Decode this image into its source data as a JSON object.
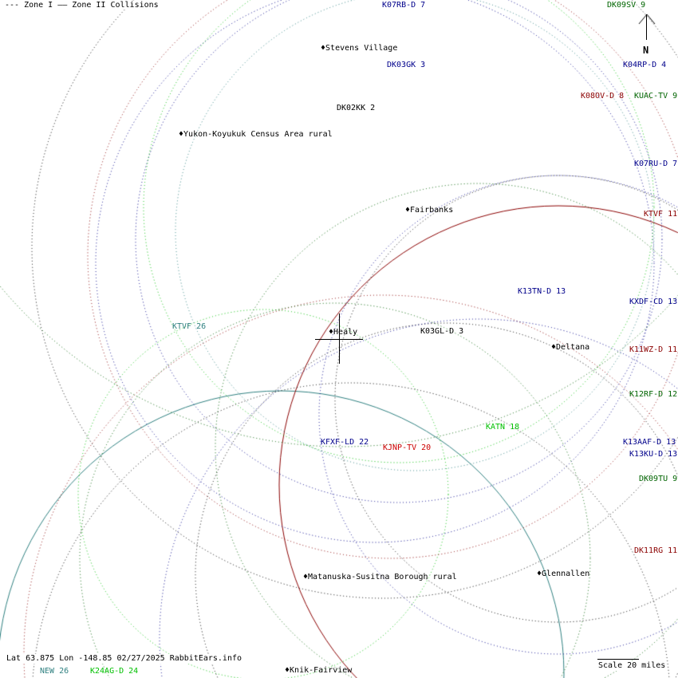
{
  "legend": {
    "zone1": "--- Zone I",
    "zone2": "—— Zone II Collisions"
  },
  "compass": {
    "label": "N"
  },
  "center_city": "Healy",
  "cities": [
    {
      "name": "Stevens Village"
    },
    {
      "name": "Yukon-Koyukuk Census Area rural"
    },
    {
      "name": "Fairbanks"
    },
    {
      "name": "Healy"
    },
    {
      "name": "Deltana"
    },
    {
      "name": "Matanuska-Susitna Borough rural"
    },
    {
      "name": "Glennallen"
    },
    {
      "name": "Knik-Fairview"
    }
  ],
  "stations": [
    {
      "label": "K07RB-D 7",
      "color": "#00008b"
    },
    {
      "label": "DK09SV 9",
      "color": "#006400"
    },
    {
      "label": "DK03GK 3",
      "color": "#00008b"
    },
    {
      "label": "K04RP-D 4",
      "color": "#00008b"
    },
    {
      "label": "DK02KK 2",
      "color": "#000000"
    },
    {
      "label": "K08OV-D 8",
      "color": "#8b0000"
    },
    {
      "label": "KUAC-TV 9",
      "color": "#006400"
    },
    {
      "label": "K07RU-D 7",
      "color": "#00008b"
    },
    {
      "label": "KTVF 11",
      "color": "#8b0000"
    },
    {
      "label": "K13TN-D 13",
      "color": "#00008b"
    },
    {
      "label": "KXDF-CD 13",
      "color": "#00008b"
    },
    {
      "label": "KTVF 26",
      "color": "#2f8080"
    },
    {
      "label": "K03GL-D 3",
      "color": "#000000"
    },
    {
      "label": "K11WZ-D 11",
      "color": "#8b0000"
    },
    {
      "label": "K12RF-D 12",
      "color": "#006400"
    },
    {
      "label": "KATN 18",
      "color": "#00c000"
    },
    {
      "label": "KFXF-LD 22",
      "color": "#00008b"
    },
    {
      "label": "KJNP-TV 20",
      "color": "#cc0000"
    },
    {
      "label": "K13AAF-D 13",
      "color": "#00008b"
    },
    {
      "label": "K13KU-D 13",
      "color": "#00008b"
    },
    {
      "label": "DK09TU 9",
      "color": "#006400"
    },
    {
      "label": "DK11RG 11",
      "color": "#8b0000"
    },
    {
      "label": "NEW 26",
      "color": "#2f8080"
    },
    {
      "label": "K24AG-D 24",
      "color": "#00c000"
    }
  ],
  "footer": {
    "coords": "Lat 63.875 Lon -148.85 02/27/2025 RabbitEars.info",
    "scale": "Scale 20 miles"
  }
}
